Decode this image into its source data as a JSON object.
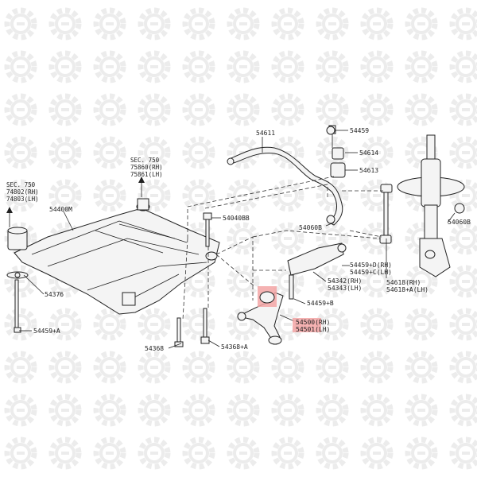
{
  "watermark": {
    "icon": "gear-logo-icon",
    "color": "#ececec"
  },
  "highlight_color": "#f3a5a5",
  "references": {
    "sec_left": {
      "title": "SEC. 750",
      "rh": "74802(RH)",
      "lh": "74803(LH)"
    },
    "sec_top": {
      "title": "SEC. 750",
      "rh": "75860(RH)",
      "lh": "75861(LH)"
    }
  },
  "callouts": {
    "c54611": "54611",
    "c54459_top": "54459",
    "c54614": "54614",
    "c54613": "54613",
    "c54400M": "54400M",
    "c54040BB": "54040BB",
    "c54060B_left": "54060B",
    "c54060B_right": "54060B",
    "c54459D_rh": "54459+D(RH)",
    "c54459C_lh": "54459+C(LH)",
    "c54342_rh": "54342(RH)",
    "c54343_lh": "54343(LH)",
    "c54618_rh": "54618(RH)",
    "c54618A_lh": "54618+A(LH)",
    "c54376": "54376",
    "c54459B": "54459+B",
    "c54500_rh": "54500(RH)",
    "c54501_lh": "54501(LH)",
    "c54459A": "54459+A",
    "c54368": "54368",
    "c54368A": "54368+A"
  }
}
